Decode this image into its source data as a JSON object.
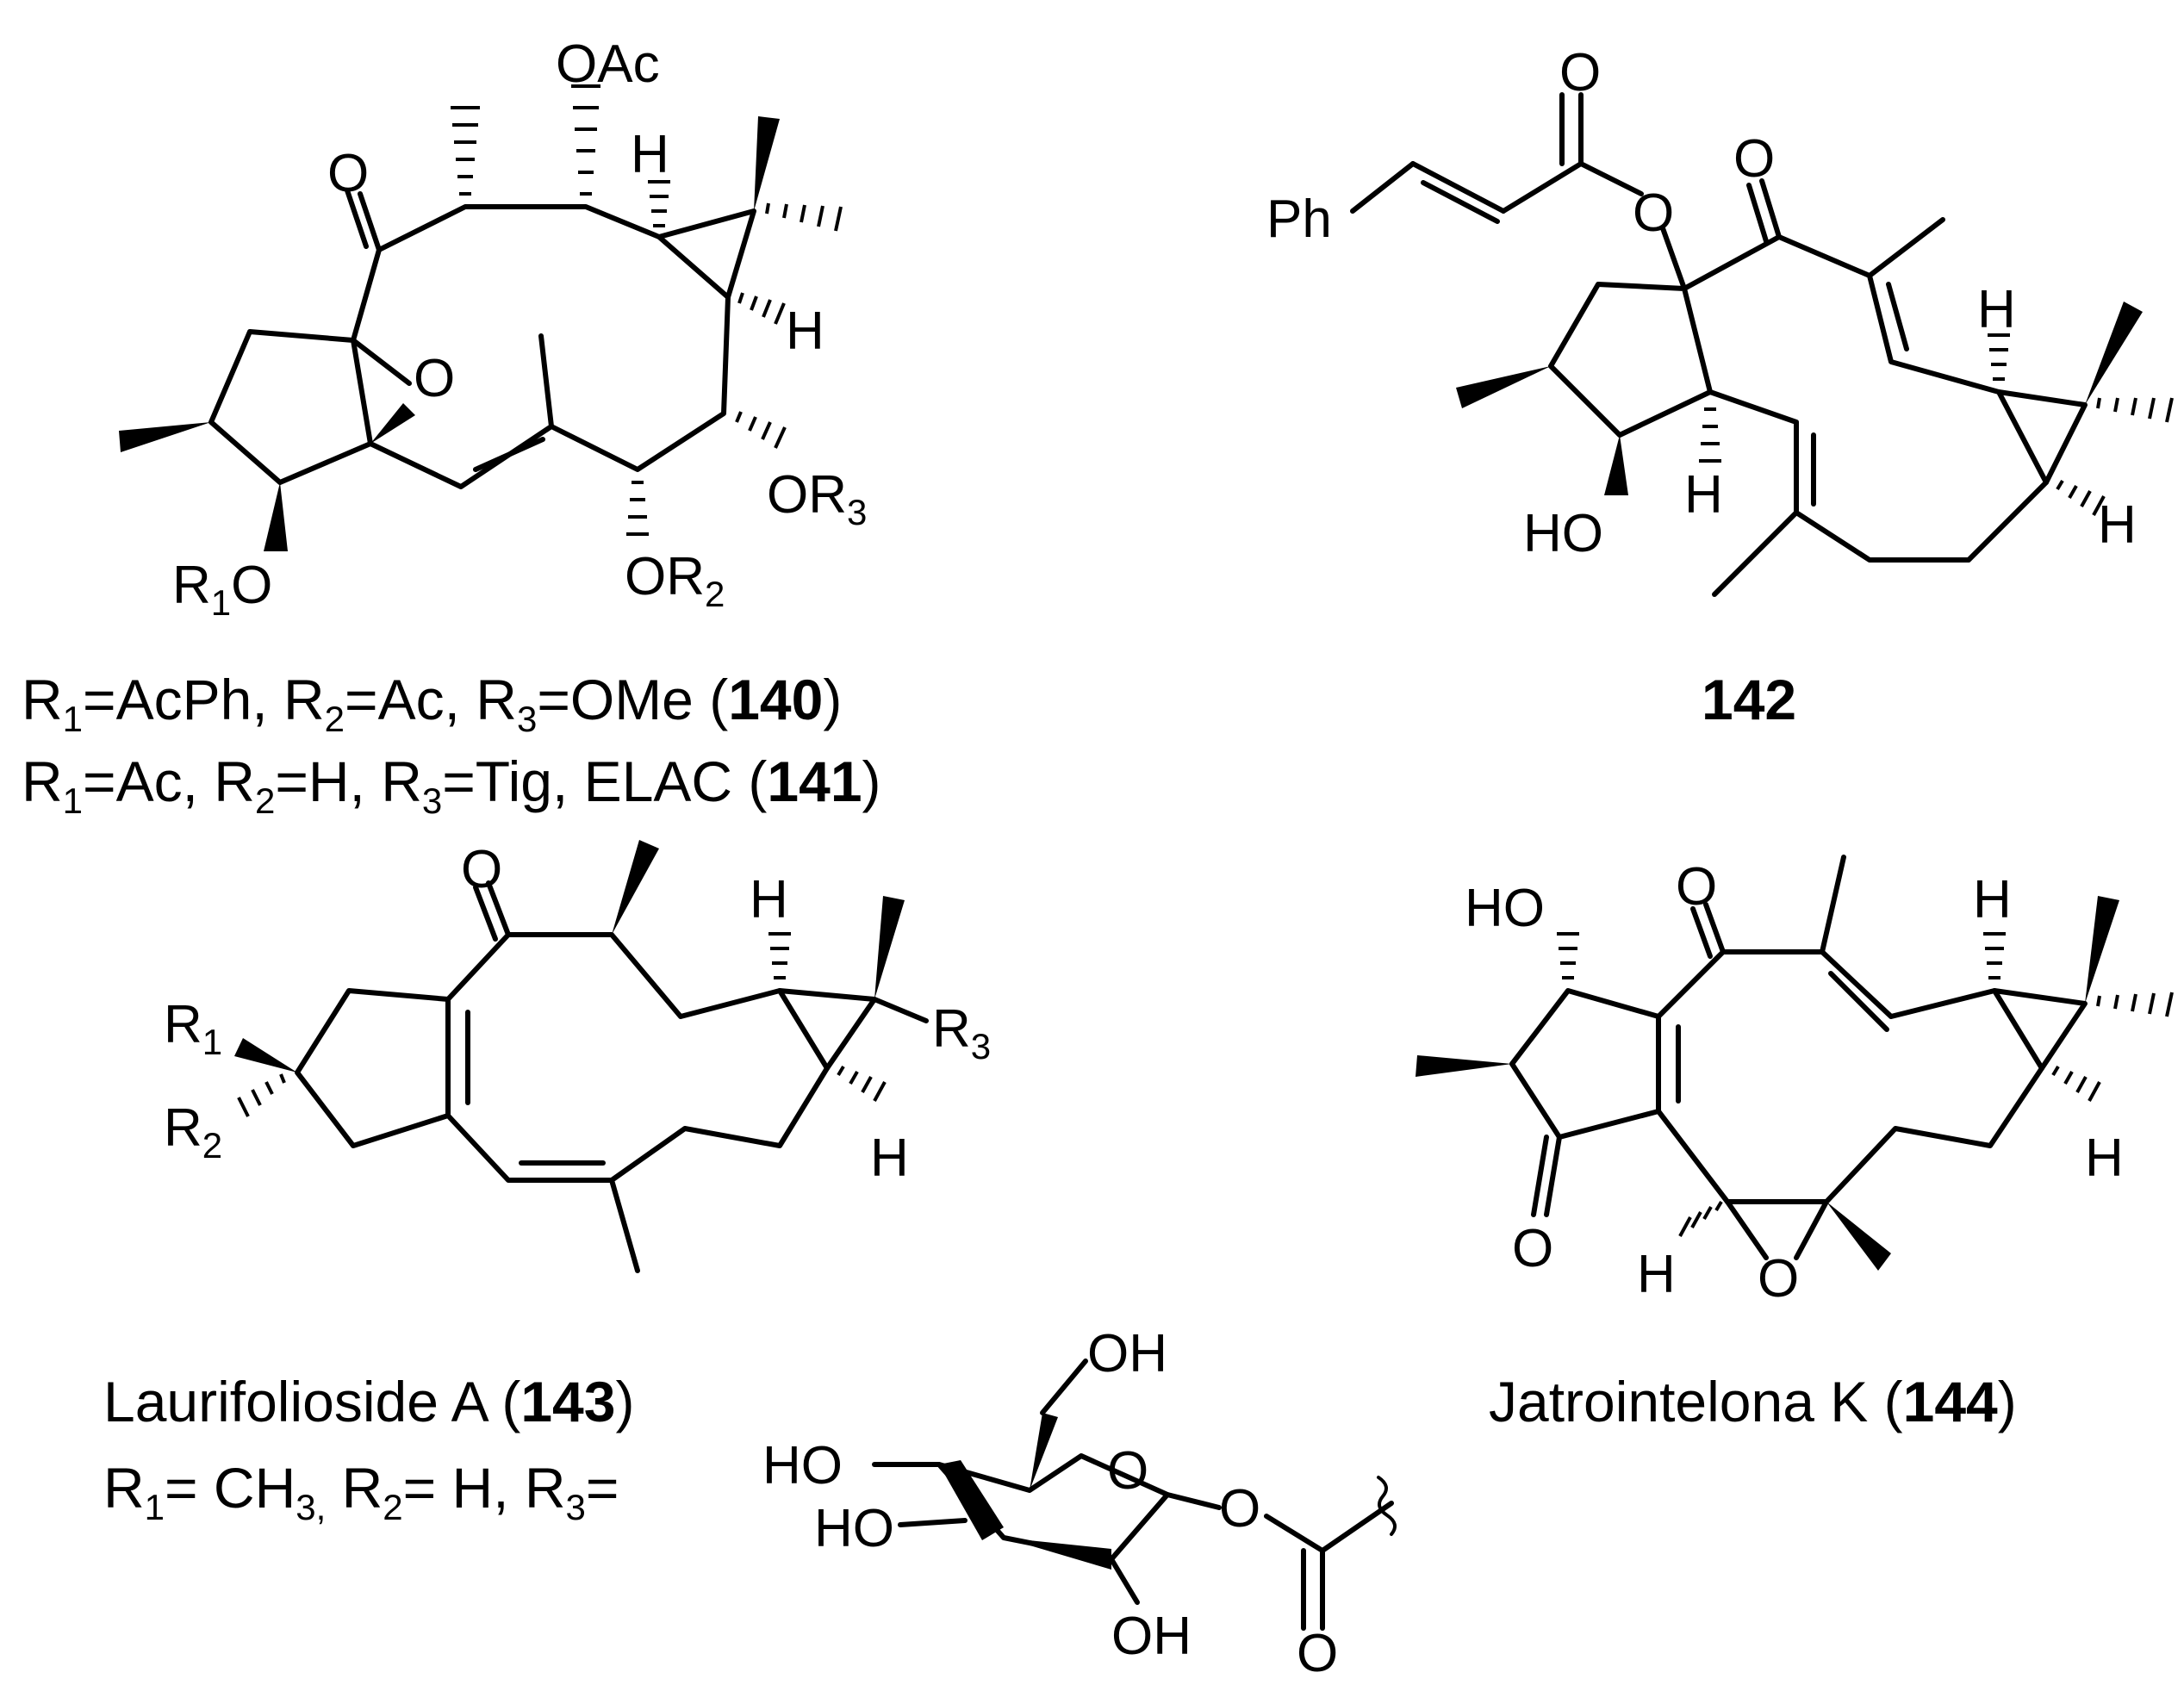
{
  "captions": {
    "c140": {
      "r1": "R",
      "s1": "1",
      "v1": "=AcPh, ",
      "r2": "R",
      "s2": "2",
      "v2": "=Ac, ",
      "r3": "R",
      "s3": "3",
      "v3": "=OMe (",
      "num": "140",
      "close": ")"
    },
    "c141": {
      "r1": "R",
      "s1": "1",
      "v1": "=Ac, ",
      "r2": "R",
      "s2": "2",
      "v2": "=H, ",
      "r3": "R",
      "s3": "3",
      "v3": "=Tig, ELAC (",
      "num": "141",
      "close": ")"
    },
    "c142": {
      "num": "142"
    },
    "c143": {
      "name": "Laurifolioside A (",
      "num": "143",
      "close": ")",
      "r1": "R",
      "s1": "1",
      "v1": "= CH",
      "s1b": "3,",
      "v1b": " ",
      "r2": "R",
      "s2": "2",
      "v2": "= H, ",
      "r3": "R",
      "s3": "3",
      "v3": "="
    },
    "c144": {
      "name": "Jatrointelona K (",
      "num": "144",
      "close": ")"
    }
  },
  "atoms": {
    "O": "O",
    "H": "H",
    "OAc": "OAc",
    "OR": "OR",
    "R": "R",
    "sub1": "1",
    "sub2": "2",
    "sub3": "3",
    "Ph": "Ph",
    "HO": "HO",
    "OH": "OH"
  }
}
